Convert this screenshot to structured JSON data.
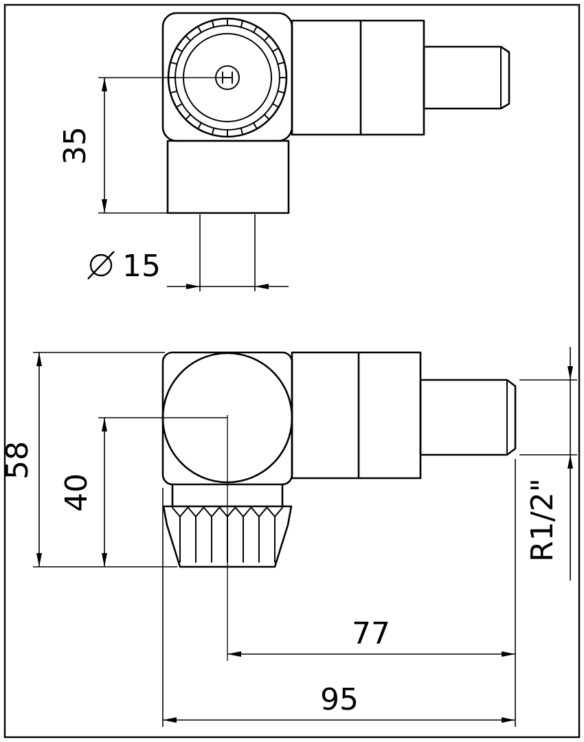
{
  "colors": {
    "line": "#000000",
    "background": "#ffffff"
  },
  "dimensions": {
    "height_35": {
      "label": "35"
    },
    "diameter_15": {
      "symbol": "diameter",
      "value": "15"
    },
    "height_58": {
      "label": "58"
    },
    "height_40": {
      "label": "40"
    },
    "length_77": {
      "label": "77"
    },
    "length_95": {
      "label": "95"
    },
    "thread": {
      "label": "R1/2\""
    }
  }
}
